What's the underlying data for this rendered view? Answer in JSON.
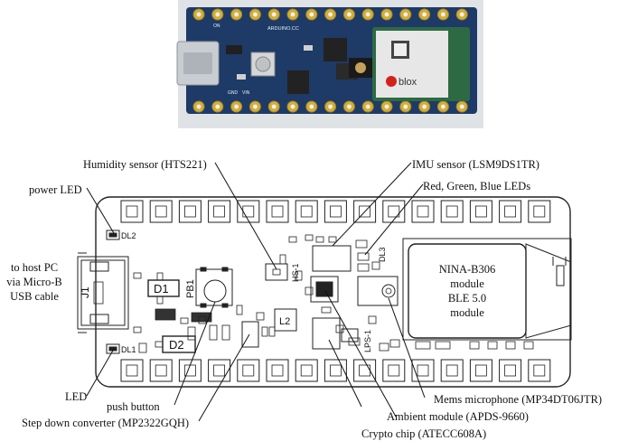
{
  "photo": {
    "board_text": "ARDUINO.CC",
    "module_brand": "blox",
    "pad_markings": [
      "ON",
      "GND",
      "VIN"
    ]
  },
  "callouts": {
    "humidity": "Humidity sensor (HTS221)",
    "imu": "IMU sensor (LSM9DS1TR)",
    "leds": "Red, Green, Blue LEDs",
    "power_led": "power LED",
    "host_pc": [
      "to host PC",
      "via Micro-B",
      "USB cable"
    ],
    "led": "LED",
    "push_button": "push button",
    "step_down": "Step down converter (MP2322GQH)",
    "microphone": "Mems microphone (MP34DT06JTR)",
    "ambient": "Ambient module (APDS-9660)",
    "crypto": "Crypto chip (ATECC608A)"
  },
  "module": {
    "lines": [
      "NINA-B306",
      "module",
      "BLE 5.0",
      "module"
    ]
  },
  "designators": {
    "dl2": "DL2",
    "dl1": "DL1",
    "d1": "D1",
    "d2": "D2",
    "j1": "J1",
    "pb1": "PB1",
    "l2": "L2",
    "hs1": "HS-1",
    "lps1": "LPS-1",
    "dl3": "DL3"
  }
}
